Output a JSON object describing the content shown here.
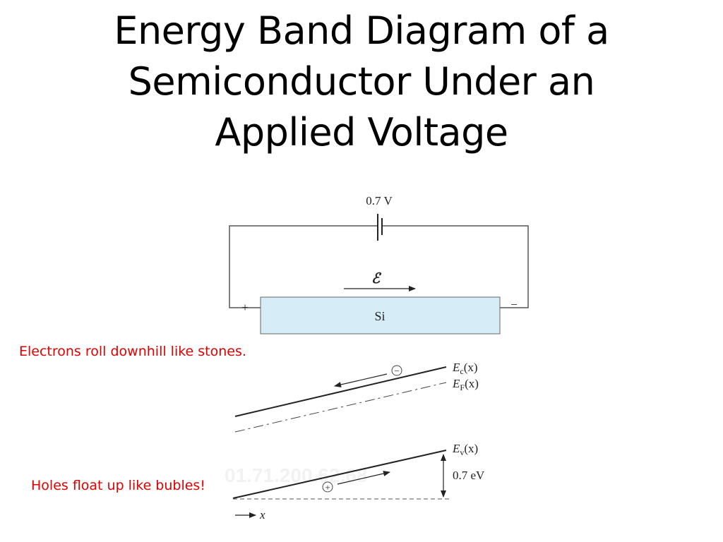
{
  "title": {
    "line1": "Energy Band Diagram of a",
    "line2": "Semiconductor Under an",
    "line3": "Applied Voltage"
  },
  "circuit": {
    "battery_label": "0.7 V",
    "field_symbol": "ℰ",
    "plus_label": "+",
    "minus_label": "−",
    "sample_label": "Si",
    "sample_fill": "#d6ecf7"
  },
  "bands": {
    "ec_label": {
      "sym": "E",
      "sub": "c",
      "arg": "(x)"
    },
    "ef_label": {
      "sym": "E",
      "sub": "F",
      "arg": "(x)"
    },
    "ev_label": {
      "sym": "E",
      "sub": "v",
      "arg": "(x)"
    },
    "gap_label": "0.7 eV",
    "x_axis_label": "x",
    "electron_symbol": "−",
    "hole_symbol": "+"
  },
  "notes": {
    "electrons": "Electrons roll downhill like stones.",
    "holes": "Holes float up like bubles!"
  },
  "watermark": "01.71.200.62.68",
  "colors": {
    "note_red": "#e00000"
  }
}
